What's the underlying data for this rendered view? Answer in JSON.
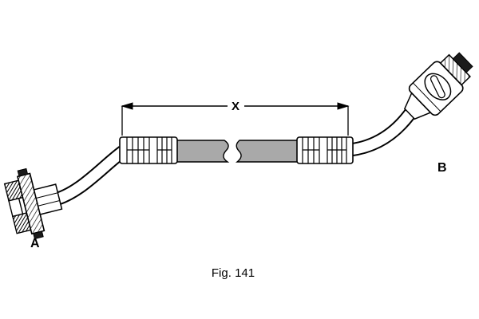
{
  "figure": {
    "caption": "Fig. 141",
    "label_a": "A",
    "label_b": "B",
    "dimension_label": "X"
  },
  "colors": {
    "background": "#ffffff",
    "line": "#000000",
    "hose_fill": "#a9a9a9"
  }
}
